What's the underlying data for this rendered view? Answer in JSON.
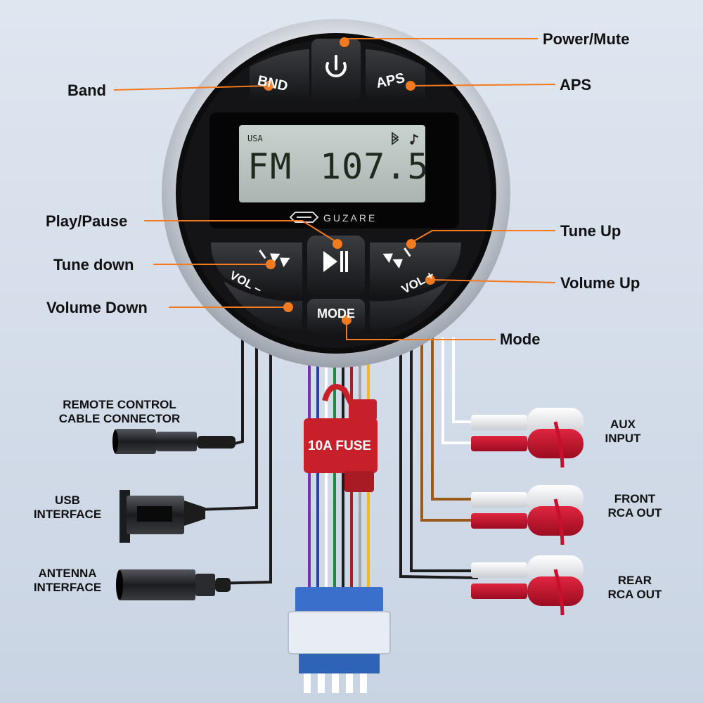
{
  "colors": {
    "accent": "#f47a20",
    "rca_red": "#c8102e",
    "fuse_red": "#c8202b",
    "connector_blue": "#2e63b8"
  },
  "callouts": {
    "power_mute": "Power/Mute",
    "aps": "APS",
    "band": "Band",
    "play_pause": "Play/Pause",
    "tune_up": "Tune Up",
    "tune_down": "Tune down",
    "volume_up": "Volume Up",
    "volume_down": "Volume Down",
    "mode": "Mode"
  },
  "buttons": {
    "bnd": "BND",
    "aps": "APS",
    "mode": "MODE",
    "vol_minus": "VOL –",
    "vol_plus": "VOL +"
  },
  "display": {
    "region": "USA",
    "band": "FM",
    "frequency": "107.5",
    "brand": "GUZARE"
  },
  "icons": {
    "power": "power-icon",
    "play_pause": "play-pause-icon",
    "prev": "skip-back-icon",
    "next": "skip-forward-icon",
    "bluetooth": "bluetooth-icon",
    "music": "music-note-icon"
  },
  "connectors": {
    "remote": [
      "REMOTE CONTROL",
      "CABLE CONNECTOR"
    ],
    "usb": [
      "USB",
      "INTERFACE"
    ],
    "antenna": [
      "ANTENNA",
      "INTERFACE"
    ],
    "aux": [
      "AUX",
      "INPUT"
    ],
    "front": [
      "FRONT",
      "RCA OUT"
    ],
    "rear": [
      "REAR",
      "RCA OUT"
    ],
    "fuse": "10A FUSE"
  }
}
